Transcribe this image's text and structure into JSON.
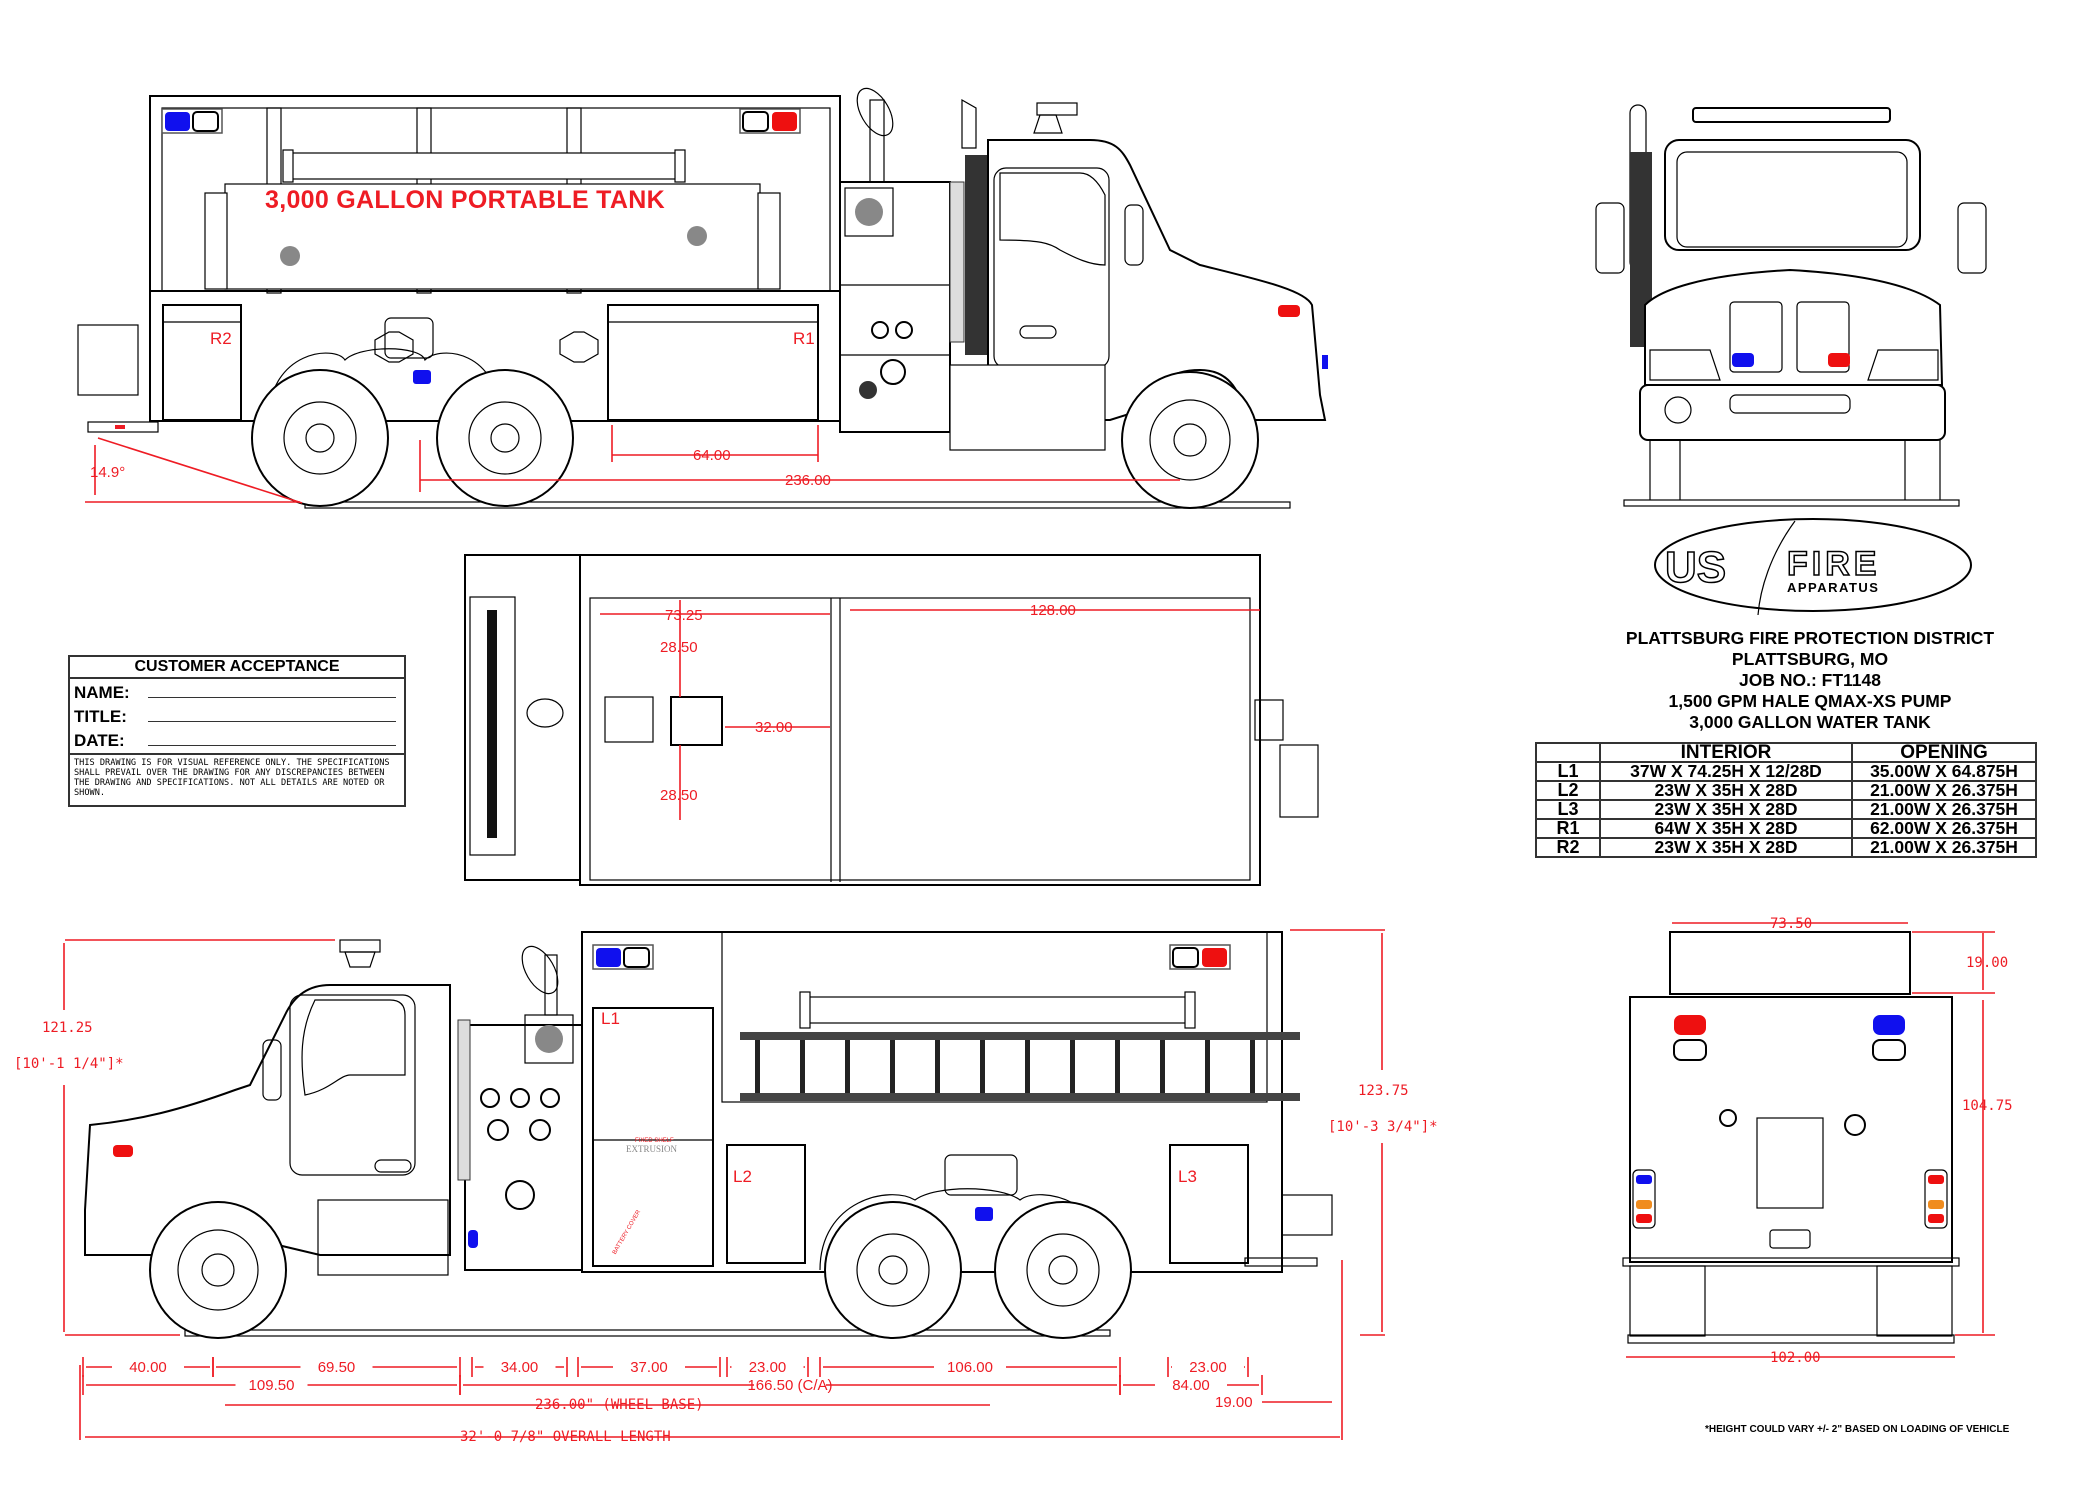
{
  "title_block": {
    "logo": {
      "left": "US",
      "right": "FIRE",
      "sub": "APPARATUS"
    },
    "customer": "PLATTSBURG FIRE PROTECTION DISTRICT",
    "location": "PLATTSBURG, MO",
    "job": "JOB NO.: FT1148",
    "pump": "1,500 GPM HALE QMAX-XS PUMP",
    "tank": "3,000 GALLON WATER TANK"
  },
  "compartments": {
    "headers": [
      "",
      "INTERIOR",
      "OPENING"
    ],
    "rows": [
      {
        "id": "L1",
        "interior": "37W X 74.25H X 12/28D",
        "opening": "35.00W X 64.875H"
      },
      {
        "id": "L2",
        "interior": "23W X 35H X 28D",
        "opening": "21.00W X 26.375H"
      },
      {
        "id": "L3",
        "interior": "23W X 35H X 28D",
        "opening": "21.00W X 26.375H"
      },
      {
        "id": "R1",
        "interior": "64W X 35H X 28D",
        "opening": "62.00W X 26.375H"
      },
      {
        "id": "R2",
        "interior": "23W X 35H X 28D",
        "opening": "21.00W X 26.375H"
      }
    ]
  },
  "customer_acceptance": {
    "title": "CUSTOMER ACCEPTANCE",
    "fields": [
      "NAME:",
      "TITLE:",
      "DATE:"
    ],
    "note": "THIS DRAWING IS FOR VISUAL REFERENCE ONLY. THE SPECIFICATIONS SHALL PREVAIL OVER THE DRAWING FOR ANY DISCREPANCIES BETWEEN THE DRAWING AND SPECIFICATIONS. NOT ALL DETAILS ARE NOTED OR SHOWN."
  },
  "footnote": "*HEIGHT COULD VARY +/- 2\" BASED ON LOADING OF VEHICLE",
  "colors": {
    "dimension": "#ee1c24",
    "warning_blue": "#1010ee",
    "warning_red": "#ee1010",
    "amber": "#f08c1e"
  },
  "right_side_view": {
    "tank_label": "3,000 GALLON PORTABLE TANK",
    "compartments": [
      "R2",
      "R1"
    ],
    "dims": {
      "departure_angle": "14.9°",
      "r1_width": "64.00",
      "wheelbase": "236.00"
    }
  },
  "top_view": {
    "dims": {
      "a": "73.25",
      "b": "128.00",
      "c": "28.50",
      "d": "32.00",
      "e": "28.50"
    }
  },
  "left_side_view": {
    "compartments": [
      "L1",
      "L2",
      "L3"
    ],
    "shelf_label": "FIXED SHELF",
    "extrusion_label": "EXTRUSION",
    "battery_label": "BATTERY COVER",
    "height_front": "121.25",
    "height_front_ft": "[10'-1 1/4\"]*",
    "height_rear": "123.75",
    "height_rear_ft": "[10'-3 3/4\"]*",
    "dims_row1": [
      "40.00",
      "69.50",
      "34.00",
      "37.00",
      "23.00",
      "106.00",
      "23.00"
    ],
    "dims_row2": [
      "109.50",
      "166.50 (C/A)",
      "84.00"
    ],
    "wheelbase": "236.00\" (WHEEL BASE)",
    "rear_overhang": "19.00",
    "overall_length": "32'-0 7/8\" OVERALL LENGTH"
  },
  "rear_view": {
    "dims": {
      "top_width": "73.50",
      "top_height": "19.00",
      "body_height": "104.75",
      "overall_width": "102.00"
    }
  }
}
